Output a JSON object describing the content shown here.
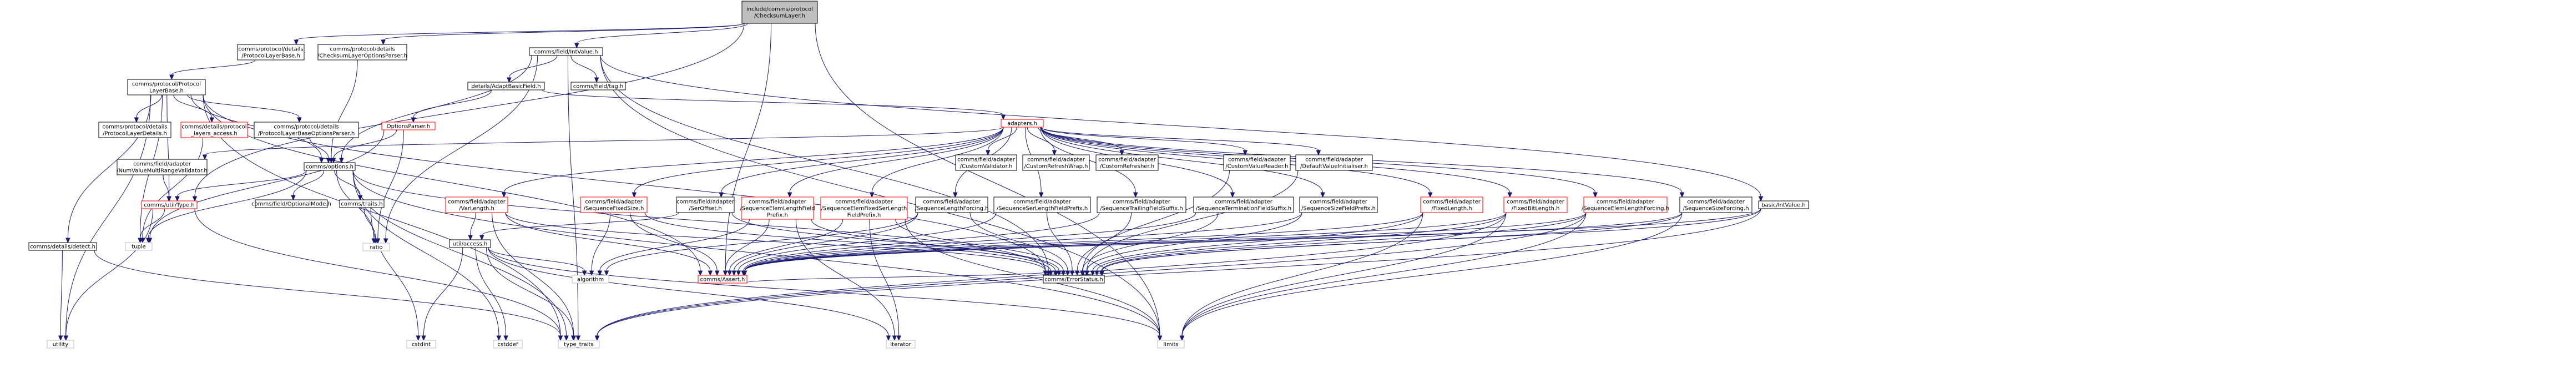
{
  "colors": {
    "edge": "#191970",
    "root_fill": "#bfbfbf",
    "normal_stroke": "#000000",
    "missing_stroke": "#ff0000",
    "leaf_stroke": "#bfbfbf",
    "node_fill": "#ffffff",
    "text": "#000000"
  },
  "nodes": [
    {
      "id": "root",
      "kind": "root",
      "lines": [
        "include/comms/protocol",
        "/ChecksumLayer.h"
      ]
    },
    {
      "id": "detailsProtocolLayerBase",
      "kind": "normal",
      "lines": [
        "comms/protocol/details",
        "/ProtocolLayerBase.h"
      ]
    },
    {
      "id": "checksumLayerOptionsParser",
      "kind": "normal",
      "lines": [
        "comms/protocol/details",
        "/ChecksumLayerOptionsParser.h"
      ]
    },
    {
      "id": "intValue",
      "kind": "normal",
      "lines": [
        "comms/field/IntValue.h"
      ]
    },
    {
      "id": "protocolLayerBase",
      "kind": "normal",
      "lines": [
        "comms/protocol/Protocol",
        "LayerBase.h"
      ]
    },
    {
      "id": "adaptBasicField",
      "kind": "normal",
      "lines": [
        "details/AdaptBasicField.h"
      ]
    },
    {
      "id": "fieldTag",
      "kind": "normal",
      "lines": [
        "comms/field/tag.h"
      ]
    },
    {
      "id": "detailsProtocolLayerDetails",
      "kind": "normal",
      "lines": [
        "comms/protocol/details",
        "/ProtocolLayerDetails.h"
      ]
    },
    {
      "id": "layersAccess",
      "kind": "missing",
      "lines": [
        "comms/details/protocol",
        "_layers_access.h"
      ]
    },
    {
      "id": "protocolLayerBaseOptionsParser",
      "kind": "normal",
      "lines": [
        "comms/protocol/details",
        "/ProtocolLayerBaseOptionsParser.h"
      ]
    },
    {
      "id": "optionsParser",
      "kind": "missing",
      "lines": [
        "OptionsParser.h"
      ]
    },
    {
      "id": "adapters",
      "kind": "missing",
      "lines": [
        "adapters.h"
      ]
    },
    {
      "id": "numValueMultiRangeValidator",
      "kind": "normal",
      "lines": [
        "comms/field/adapter",
        "/NumValueMultiRangeValidator.h"
      ]
    },
    {
      "id": "commsOptions",
      "kind": "normal",
      "lines": [
        "comms/options.h"
      ]
    },
    {
      "id": "customValidator",
      "kind": "normal",
      "lines": [
        "comms/field/adapter",
        "/CustomValidator.h"
      ]
    },
    {
      "id": "customRefreshWrap",
      "kind": "normal",
      "lines": [
        "comms/field/adapter",
        "/CustomRefreshWrap.h"
      ]
    },
    {
      "id": "customRefresher",
      "kind": "normal",
      "lines": [
        "comms/field/adapter",
        "/CustomRefresher.h"
      ]
    },
    {
      "id": "customValueReader",
      "kind": "normal",
      "lines": [
        "comms/field/adapter",
        "/CustomValueReader.h"
      ]
    },
    {
      "id": "defaultValueInitialiser",
      "kind": "normal",
      "lines": [
        "comms/field/adapter",
        "/DefaultValueInitialiser.h"
      ]
    },
    {
      "id": "utilType",
      "kind": "missing",
      "lines": [
        "comms/util/Type.h"
      ]
    },
    {
      "id": "optionalMode",
      "kind": "normal",
      "lines": [
        "comms/field/OptionalMode.h"
      ]
    },
    {
      "id": "commsTraits",
      "kind": "normal",
      "lines": [
        "comms/traits.h"
      ]
    },
    {
      "id": "varLength",
      "kind": "missing",
      "lines": [
        "comms/field/adapter",
        "/VarLength.h"
      ]
    },
    {
      "id": "sequenceFixedSize",
      "kind": "missing",
      "lines": [
        "comms/field/adapter",
        "/SequenceFixedSize.h"
      ]
    },
    {
      "id": "serOffset",
      "kind": "normal",
      "lines": [
        "comms/field/adapter",
        "/SerOffset.h"
      ]
    },
    {
      "id": "sequenceElemLengthFieldPrefix",
      "kind": "missing",
      "lines": [
        "comms/field/adapter",
        "/SequenceElemLengthField",
        "Prefix.h"
      ]
    },
    {
      "id": "sequenceElemFixedSerLengthFieldPrefix",
      "kind": "missing",
      "lines": [
        "comms/field/adapter",
        "/SequenceElemFixedSerLength",
        "FieldPrefix.h"
      ]
    },
    {
      "id": "sequenceLengthForcing",
      "kind": "normal",
      "lines": [
        "comms/field/adapter",
        "/SequenceLengthForcing.h"
      ]
    },
    {
      "id": "sequenceSerLengthFieldPrefix",
      "kind": "normal",
      "lines": [
        "comms/field/adapter",
        "/SequenceSerLengthFieldPrefix.h"
      ]
    },
    {
      "id": "sequenceTrailingFieldSuffix",
      "kind": "normal",
      "lines": [
        "comms/field/adapter",
        "/SequenceTrailingFieldSuffix.h"
      ]
    },
    {
      "id": "sequenceTerminationFieldSuffix",
      "kind": "normal",
      "lines": [
        "comms/field/adapter",
        "/SequenceTerminationFieldSuffix.h"
      ]
    },
    {
      "id": "sequenceSizeFieldPrefix",
      "kind": "normal",
      "lines": [
        "comms/field/adapter",
        "/SequenceSizeFieldPrefix.h"
      ]
    },
    {
      "id": "fixedLength",
      "kind": "missing",
      "lines": [
        "comms/field/adapter",
        "/FixedLength.h"
      ]
    },
    {
      "id": "fixedBitLength",
      "kind": "missing",
      "lines": [
        "comms/field/adapter",
        "/FixedBitLength.h"
      ]
    },
    {
      "id": "sequenceElemLengthForcing",
      "kind": "missing",
      "lines": [
        "comms/field/adapter",
        "/SequenceElemLengthForcing.h"
      ]
    },
    {
      "id": "sequenceSizeForcing",
      "kind": "normal",
      "lines": [
        "comms/field/adapter",
        "/SequenceSizeForcing.h"
      ]
    },
    {
      "id": "basicIntValue",
      "kind": "normal",
      "lines": [
        "basic/IntValue.h"
      ]
    },
    {
      "id": "detailsDetect",
      "kind": "normal",
      "lines": [
        "comms/details/detect.h"
      ]
    },
    {
      "id": "tuple",
      "kind": "leaf",
      "lines": [
        "tuple"
      ]
    },
    {
      "id": "ratio",
      "kind": "leaf",
      "lines": [
        "ratio"
      ]
    },
    {
      "id": "utilAccess",
      "kind": "normal",
      "lines": [
        "util/access.h"
      ]
    },
    {
      "id": "algorithm",
      "kind": "leaf",
      "lines": [
        "algorithm"
      ]
    },
    {
      "id": "commsAssert",
      "kind": "missing",
      "lines": [
        "comms/Assert.h"
      ]
    },
    {
      "id": "errorStatus",
      "kind": "normal",
      "lines": [
        "comms/ErrorStatus.h"
      ]
    },
    {
      "id": "utility",
      "kind": "leaf",
      "lines": [
        "utility"
      ]
    },
    {
      "id": "cstdint",
      "kind": "leaf",
      "lines": [
        "cstdint"
      ]
    },
    {
      "id": "cstddef",
      "kind": "leaf",
      "lines": [
        "cstddef"
      ]
    },
    {
      "id": "typeTraits",
      "kind": "leaf",
      "lines": [
        "type_traits"
      ]
    },
    {
      "id": "iterator",
      "kind": "leaf",
      "lines": [
        "iterator"
      ]
    },
    {
      "id": "limits",
      "kind": "leaf",
      "lines": [
        "limits"
      ]
    }
  ],
  "edges": [
    [
      "root",
      "detailsProtocolLayerBase"
    ],
    [
      "root",
      "checksumLayerOptionsParser"
    ],
    [
      "root",
      "intValue"
    ],
    [
      "root",
      "commsAssert"
    ],
    [
      "root",
      "utilType"
    ],
    [
      "root",
      "limits"
    ],
    [
      "detailsProtocolLayerBase",
      "protocolLayerBase"
    ],
    [
      "checksumLayerOptionsParser",
      "commsOptions"
    ],
    [
      "intValue",
      "adaptBasicField"
    ],
    [
      "intValue",
      "fieldTag"
    ],
    [
      "intValue",
      "commsOptions"
    ],
    [
      "intValue",
      "basicIntValue"
    ],
    [
      "intValue",
      "ratio"
    ],
    [
      "intValue",
      "typeTraits"
    ],
    [
      "intValue",
      "limits"
    ],
    [
      "intValue",
      "errorStatus"
    ],
    [
      "protocolLayerBase",
      "detailsProtocolLayerDetails"
    ],
    [
      "protocolLayerBase",
      "layersAccess"
    ],
    [
      "protocolLayerBase",
      "protocolLayerBaseOptionsParser"
    ],
    [
      "protocolLayerBase",
      "commsOptions"
    ],
    [
      "protocolLayerBase",
      "tuple"
    ],
    [
      "protocolLayerBase",
      "detailsDetect"
    ],
    [
      "protocolLayerBase",
      "utilType"
    ],
    [
      "protocolLayerBase",
      "utility"
    ],
    [
      "protocolLayerBase",
      "commsAssert"
    ],
    [
      "protocolLayerBase",
      "typeTraits"
    ],
    [
      "protocolLayerBase",
      "errorStatus"
    ],
    [
      "adaptBasicField",
      "optionsParser"
    ],
    [
      "adaptBasicField",
      "adapters"
    ],
    [
      "layersAccess",
      "tuple"
    ],
    [
      "protocolLayerBaseOptionsParser",
      "commsOptions"
    ],
    [
      "optionsParser",
      "commsOptions"
    ],
    [
      "optionsParser",
      "ratio"
    ],
    [
      "optionsParser",
      "tuple"
    ],
    [
      "adapters",
      "customValidator"
    ],
    [
      "adapters",
      "customRefreshWrap"
    ],
    [
      "adapters",
      "customRefresher"
    ],
    [
      "adapters",
      "customValueReader"
    ],
    [
      "adapters",
      "defaultValueInitialiser"
    ],
    [
      "adapters",
      "numValueMultiRangeValidator"
    ],
    [
      "adapters",
      "varLength"
    ],
    [
      "adapters",
      "sequenceFixedSize"
    ],
    [
      "adapters",
      "serOffset"
    ],
    [
      "adapters",
      "sequenceElemLengthFieldPrefix"
    ],
    [
      "adapters",
      "sequenceElemFixedSerLengthFieldPrefix"
    ],
    [
      "adapters",
      "sequenceLengthForcing"
    ],
    [
      "adapters",
      "sequenceSerLengthFieldPrefix"
    ],
    [
      "adapters",
      "sequenceTrailingFieldSuffix"
    ],
    [
      "adapters",
      "sequenceTerminationFieldSuffix"
    ],
    [
      "adapters",
      "sequenceSizeFieldPrefix"
    ],
    [
      "adapters",
      "fixedLength"
    ],
    [
      "adapters",
      "fixedBitLength"
    ],
    [
      "adapters",
      "sequenceElemLengthForcing"
    ],
    [
      "adapters",
      "sequenceSizeForcing"
    ],
    [
      "numValueMultiRangeValidator",
      "utilType"
    ],
    [
      "commsOptions",
      "optionalMode"
    ],
    [
      "commsOptions",
      "commsTraits"
    ],
    [
      "commsOptions",
      "utilType"
    ],
    [
      "commsOptions",
      "tuple"
    ],
    [
      "commsOptions",
      "ratio"
    ],
    [
      "commsOptions",
      "cstddef"
    ],
    [
      "commsOptions",
      "typeTraits"
    ],
    [
      "commsOptions",
      "limits"
    ],
    [
      "commsOptions",
      "errorStatus"
    ],
    [
      "customValueReader",
      "errorStatus"
    ],
    [
      "defaultValueInitialiser",
      "errorStatus"
    ],
    [
      "utilType",
      "tuple"
    ],
    [
      "utilType",
      "utility"
    ],
    [
      "utilType",
      "typeTraits"
    ],
    [
      "commsTraits",
      "ratio"
    ],
    [
      "commsTraits",
      "cstdint"
    ],
    [
      "varLength",
      "utilAccess"
    ],
    [
      "varLength",
      "commsAssert"
    ],
    [
      "varLength",
      "errorStatus"
    ],
    [
      "varLength",
      "typeTraits"
    ],
    [
      "sequenceFixedSize",
      "algorithm"
    ],
    [
      "sequenceFixedSize",
      "commsAssert"
    ],
    [
      "sequenceFixedSize",
      "errorStatus"
    ],
    [
      "serOffset",
      "utilAccess"
    ],
    [
      "serOffset",
      "errorStatus"
    ],
    [
      "sequenceElemLengthFieldPrefix",
      "algorithm"
    ],
    [
      "sequenceElemLengthFieldPrefix",
      "iterator"
    ],
    [
      "sequenceElemLengthFieldPrefix",
      "commsAssert"
    ],
    [
      "sequenceElemLengthFieldPrefix",
      "errorStatus"
    ],
    [
      "sequenceElemFixedSerLengthFieldPrefix",
      "iterator"
    ],
    [
      "sequenceElemFixedSerLengthFieldPrefix",
      "commsAssert"
    ],
    [
      "sequenceElemFixedSerLengthFieldPrefix",
      "errorStatus"
    ],
    [
      "sequenceElemFixedSerLengthFieldPrefix",
      "limits"
    ],
    [
      "sequenceLengthForcing",
      "algorithm"
    ],
    [
      "sequenceLengthForcing",
      "commsAssert"
    ],
    [
      "sequenceLengthForcing",
      "errorStatus"
    ],
    [
      "sequenceSerLengthFieldPrefix",
      "commsAssert"
    ],
    [
      "sequenceSerLengthFieldPrefix",
      "errorStatus"
    ],
    [
      "sequenceTrailingFieldSuffix",
      "commsAssert"
    ],
    [
      "sequenceTrailingFieldSuffix",
      "errorStatus"
    ],
    [
      "sequenceTerminationFieldSuffix",
      "commsAssert"
    ],
    [
      "sequenceTerminationFieldSuffix",
      "errorStatus"
    ],
    [
      "sequenceSizeFieldPrefix",
      "commsAssert"
    ],
    [
      "sequenceSizeFieldPrefix",
      "errorStatus"
    ],
    [
      "fixedLength",
      "commsAssert"
    ],
    [
      "fixedLength",
      "errorStatus"
    ],
    [
      "fixedLength",
      "limits"
    ],
    [
      "fixedBitLength",
      "commsAssert"
    ],
    [
      "fixedBitLength",
      "errorStatus"
    ],
    [
      "fixedBitLength",
      "limits"
    ],
    [
      "fixedBitLength",
      "typeTraits"
    ],
    [
      "sequenceElemLengthForcing",
      "commsAssert"
    ],
    [
      "sequenceElemLengthForcing",
      "errorStatus"
    ],
    [
      "sequenceElemLengthForcing",
      "limits"
    ],
    [
      "sequenceElemLengthForcing",
      "typeTraits"
    ],
    [
      "sequenceSizeForcing",
      "commsAssert"
    ],
    [
      "sequenceSizeForcing",
      "errorStatus"
    ],
    [
      "sequenceSizeForcing",
      "limits"
    ],
    [
      "basicIntValue",
      "commsAssert"
    ],
    [
      "basicIntValue",
      "errorStatus"
    ],
    [
      "basicIntValue",
      "typeTraits"
    ],
    [
      "detailsDetect",
      "utility"
    ],
    [
      "detailsDetect",
      "typeTraits"
    ],
    [
      "utilAccess",
      "cstdint"
    ],
    [
      "utilAccess",
      "cstddef"
    ],
    [
      "utilAccess",
      "iterator"
    ],
    [
      "utilAccess",
      "typeTraits"
    ],
    [
      "utilAccess",
      "limits"
    ],
    [
      "utilAccess",
      "algorithm"
    ],
    [
      "commsAssert",
      "errorStatus"
    ]
  ]
}
